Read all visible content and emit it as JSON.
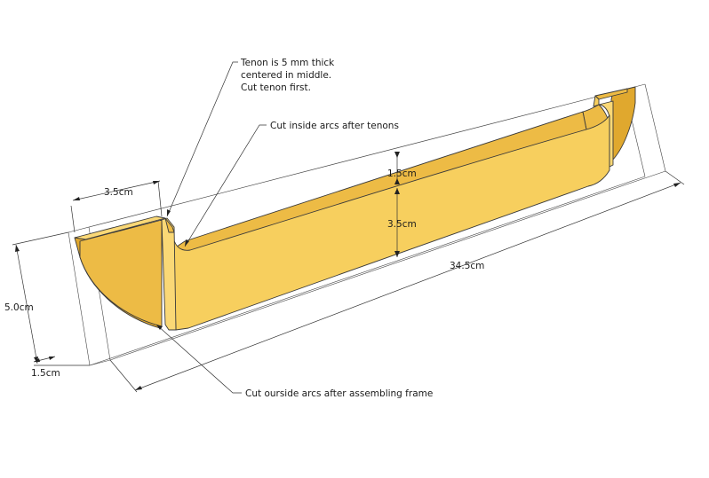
{
  "annotations": {
    "tenon_line1": "Tenon is 5 mm thick",
    "tenon_line2": "centered in middle.",
    "tenon_line3": "Cut tenon first.",
    "inside_arcs": "Cut inside arcs after tenons",
    "outside_arcs": "Cut ourside arcs after assembling frame"
  },
  "dimensions": {
    "tenon_length": "3.5cm",
    "top_thickness": "1.5cm",
    "inner_height": "3.5cm",
    "total_length": "34.5cm",
    "total_height": "5.0cm",
    "depth": "1.5cm"
  },
  "colors": {
    "wood_front": "#F7CF5E",
    "wood_dark": "#E0A82E",
    "wood_mid": "#EDBB45"
  }
}
